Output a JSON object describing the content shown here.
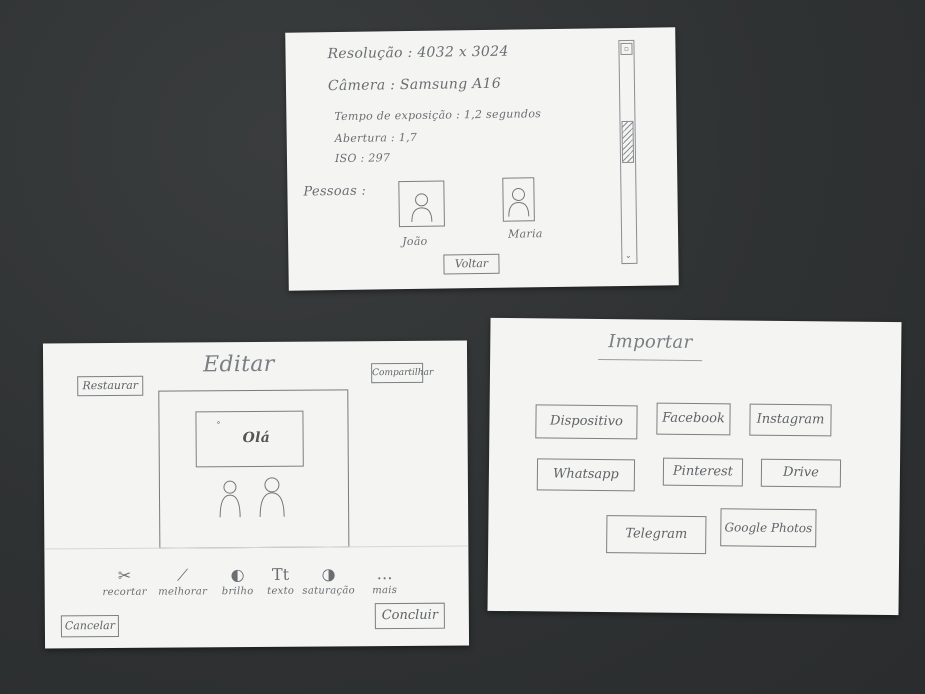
{
  "details_sheet": {
    "resolucao": "Resolução : 4032 x 3024",
    "camera": "Câmera : Samsung A16",
    "exposicao": "Tempo de exposição : 1,2 segundos",
    "abertura": "Abertura : 1,7",
    "iso": "ISO : 297",
    "pessoas_label": "Pessoas :",
    "people": [
      {
        "name": "João"
      },
      {
        "name": "Maria"
      }
    ],
    "voltar_button": "Voltar"
  },
  "edit_sheet": {
    "title": "Editar",
    "restaurar_button": "Restaurar",
    "compartilhar_button": "Compartilhar",
    "photo_text": "Olá",
    "tools": [
      {
        "label": "recortar",
        "icon": "scissors-icon",
        "glyph": "✂"
      },
      {
        "label": "melhorar",
        "icon": "magic-wand-icon",
        "glyph": "⟋"
      },
      {
        "label": "brilho",
        "icon": "brightness-icon",
        "glyph": "◐"
      },
      {
        "label": "texto",
        "icon": "text-icon",
        "glyph": "Tt"
      },
      {
        "label": "saturação",
        "icon": "saturation-icon",
        "glyph": "◑"
      },
      {
        "label": "mais",
        "icon": "more-icon",
        "glyph": "…"
      }
    ],
    "cancelar_button": "Cancelar",
    "concluir_button": "Concluir"
  },
  "import_sheet": {
    "title": "Importar",
    "sources": [
      "Dispositivo",
      "Facebook",
      "Instagram",
      "Whatsapp",
      "Pinterest",
      "Drive",
      "Telegram",
      "Google Photos"
    ]
  }
}
